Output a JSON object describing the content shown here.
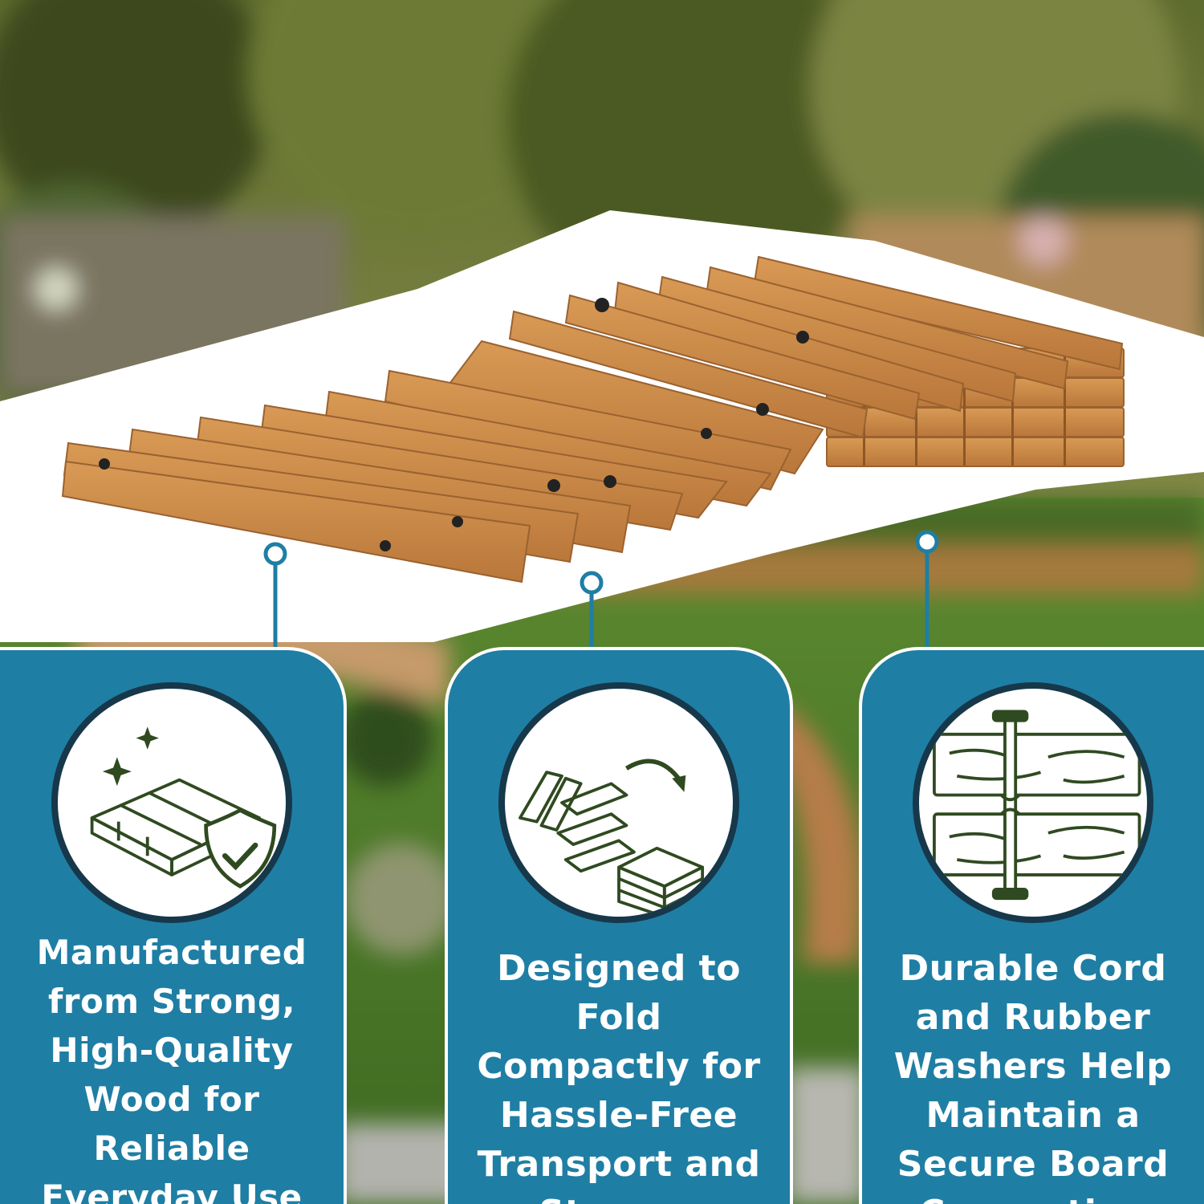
{
  "features": [
    {
      "icon": "shield-check-boards-icon",
      "text": "Manufactured\nfrom Strong,\nHigh-Quality\nWood for\nReliable\nEveryday Use"
    },
    {
      "icon": "fold-arrow-boards-icon",
      "text": "Designed to\nFold\nCompactly for\nHassle-Free\nTransport and\nStorage"
    },
    {
      "icon": "cord-washer-connection-icon",
      "text": "Durable Cord\nand Rubber\nWashers Help\nMaintain a\nSecure Board\nConnection"
    }
  ],
  "colors": {
    "panel": "#1f7ea4",
    "icon_outline": "#16384a",
    "icon_green": "#2f4a20",
    "wood": "#c98a45"
  }
}
